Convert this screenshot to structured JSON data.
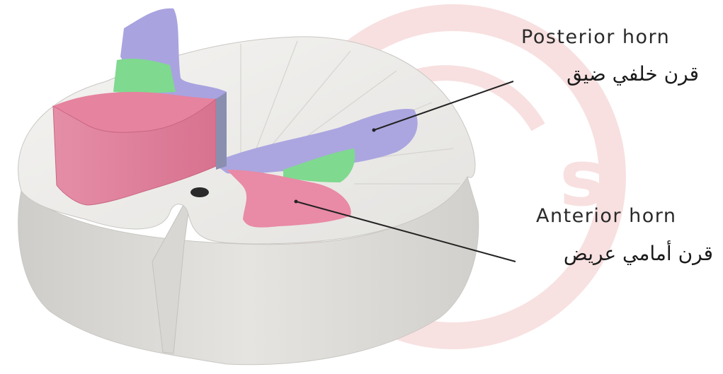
{
  "labels": {
    "posterior_horn_en": "Posterior horn",
    "posterior_horn_ar": "قرن خلفي ضيق",
    "anterior_horn_en": "Anterior horn",
    "anterior_horn_ar": "قرن أمامي عريض"
  },
  "colors": {
    "white_matter": "#ecebe8",
    "white_matter_side": "#dcdad6",
    "posterior_horn": "#aba6e0",
    "anterior_horn": "#e98aa6",
    "lateral_region": "#7fd98f",
    "cut_face": "#e07e98",
    "watermark": "#f3c4c4",
    "leader_line": "#222222"
  }
}
